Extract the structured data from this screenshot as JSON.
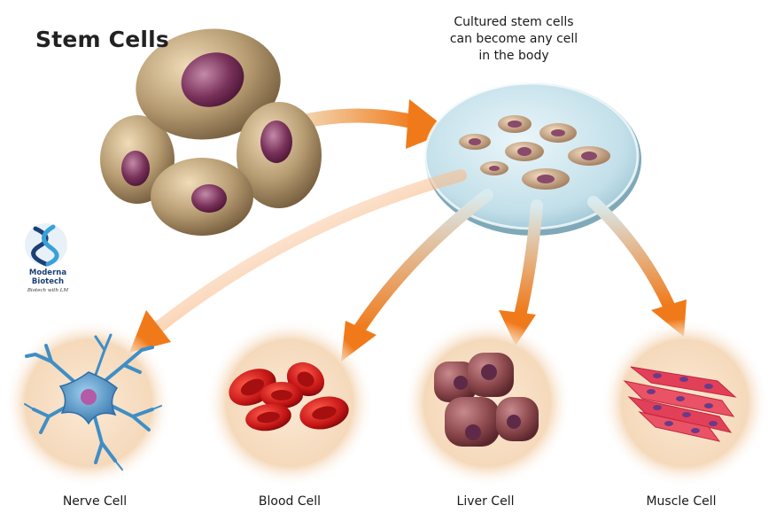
{
  "title": "Stem Cells",
  "caption": {
    "line1": "Cultured stem cells",
    "line2": "can become any cell",
    "line3": "in the body"
  },
  "cell_types": [
    {
      "label": "Nerve Cell"
    },
    {
      "label": "Blood Cell"
    },
    {
      "label": "Liver Cell"
    },
    {
      "label": "Muscle Cell"
    }
  ],
  "logo": {
    "brand": "Moderna Biotech",
    "tagline": "Biotech with LM",
    "icon": "dna-helix-icon"
  },
  "colors": {
    "arrow": "#f07a1a",
    "stem_cell": "#a58a62",
    "nucleus": "#6e2b52",
    "dish": "#cfe6ee",
    "circle_bg": "#f6dcc0",
    "nerve": "#3f8ec6",
    "blood": "#c41515",
    "liver": "#8e4a4e",
    "muscle": "#e04055"
  }
}
